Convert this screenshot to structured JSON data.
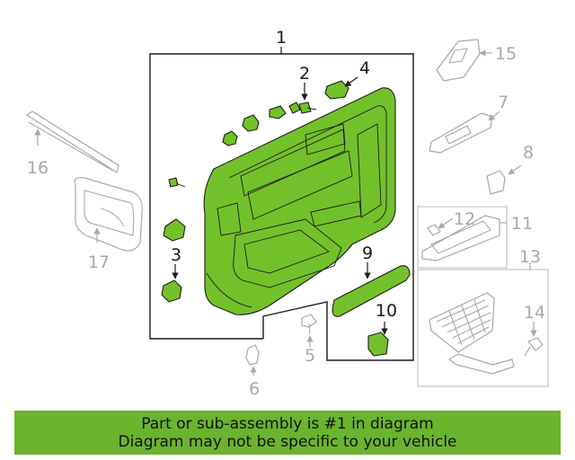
{
  "diagram": {
    "callouts": {
      "c1": "1",
      "c2": "2",
      "c3": "3",
      "c4": "4",
      "c5": "5",
      "c6": "6",
      "c7": "7",
      "c8": "8",
      "c9": "9",
      "c10": "10",
      "c11": "11",
      "c12": "12",
      "c13": "13",
      "c14": "14",
      "c15": "15",
      "c16": "16",
      "c17": "17"
    },
    "highlight_color": "#73c12a",
    "muted_color": "#a8a8a8"
  },
  "banner": {
    "line1": "Part or sub-assembly is #1 in diagram",
    "line2": "Diagram may not be specific to your vehicle",
    "background": "#6ab42e"
  }
}
